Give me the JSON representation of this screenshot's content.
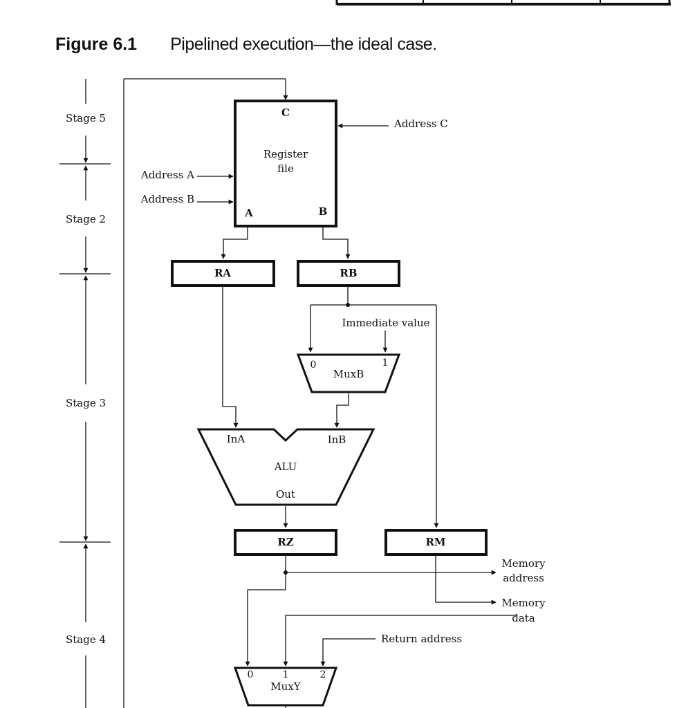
{
  "figure": {
    "number": "Figure 6.1",
    "title": "Pipelined execution—the ideal case."
  },
  "stages": {
    "stage5": "Stage 5",
    "stage2": "Stage 2",
    "stage3": "Stage 3",
    "stage4": "Stage 4"
  },
  "register_file": {
    "label_line1": "Register",
    "label_line2": "file",
    "port_c": "C",
    "port_a": "A",
    "port_b": "B"
  },
  "address_labels": {
    "address_c": "Address C",
    "address_a": "Address A",
    "address_b": "Address B"
  },
  "registers": {
    "ra": "RA",
    "rb": "RB",
    "rz": "RZ",
    "rm": "RM"
  },
  "mux_b": {
    "label": "MuxB",
    "in0": "0",
    "in1": "1",
    "immediate": "Immediate value"
  },
  "alu": {
    "label": "ALU",
    "in_a": "InA",
    "in_b": "InB",
    "out": "Out"
  },
  "memory": {
    "address_line1": "Memory",
    "address_line2": "address",
    "data_line1": "Memory",
    "data_line2": "data"
  },
  "mux_y": {
    "label": "MuxY",
    "in0": "0",
    "in1": "1",
    "in2": "2",
    "return_address": "Return address"
  }
}
